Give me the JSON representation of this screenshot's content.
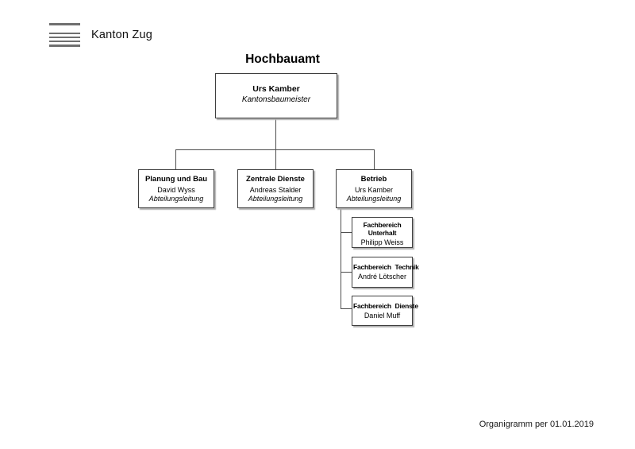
{
  "brand": {
    "name": "Kanton Zug"
  },
  "title": "Hochbauamt",
  "footer": "Organigramm per 01.01.2019",
  "colors": {
    "box_border": "#3f3f3f",
    "box_shadow": "#b0b0b0",
    "connector_line": "#4d4d4d",
    "logo_stripes": "#6f6f6f"
  },
  "icons": {
    "logo": "kanton-zug-stripes-logo"
  },
  "org": {
    "root": {
      "name": "Urs Kamber",
      "role": "Kantonsbaumeister"
    },
    "departments": [
      {
        "title": "Planung und Bau",
        "name": "David Wyss",
        "role": "Abteilungsleitung"
      },
      {
        "title": "Zentrale Dienste",
        "name": "Andreas Stalder",
        "role": "Abteilungsleitung"
      },
      {
        "title": "Betrieb",
        "name": "Urs Kamber",
        "role": "Abteilungsleitung"
      }
    ],
    "betrieb_subunits": [
      {
        "title": "Fachbereich Unterhalt",
        "name": "Philipp Weiss"
      },
      {
        "title": "Fachbereich Technik",
        "name": "André Lötscher"
      },
      {
        "title": "Fachbereich Dienste",
        "name": "Daniel Muff"
      }
    ]
  }
}
